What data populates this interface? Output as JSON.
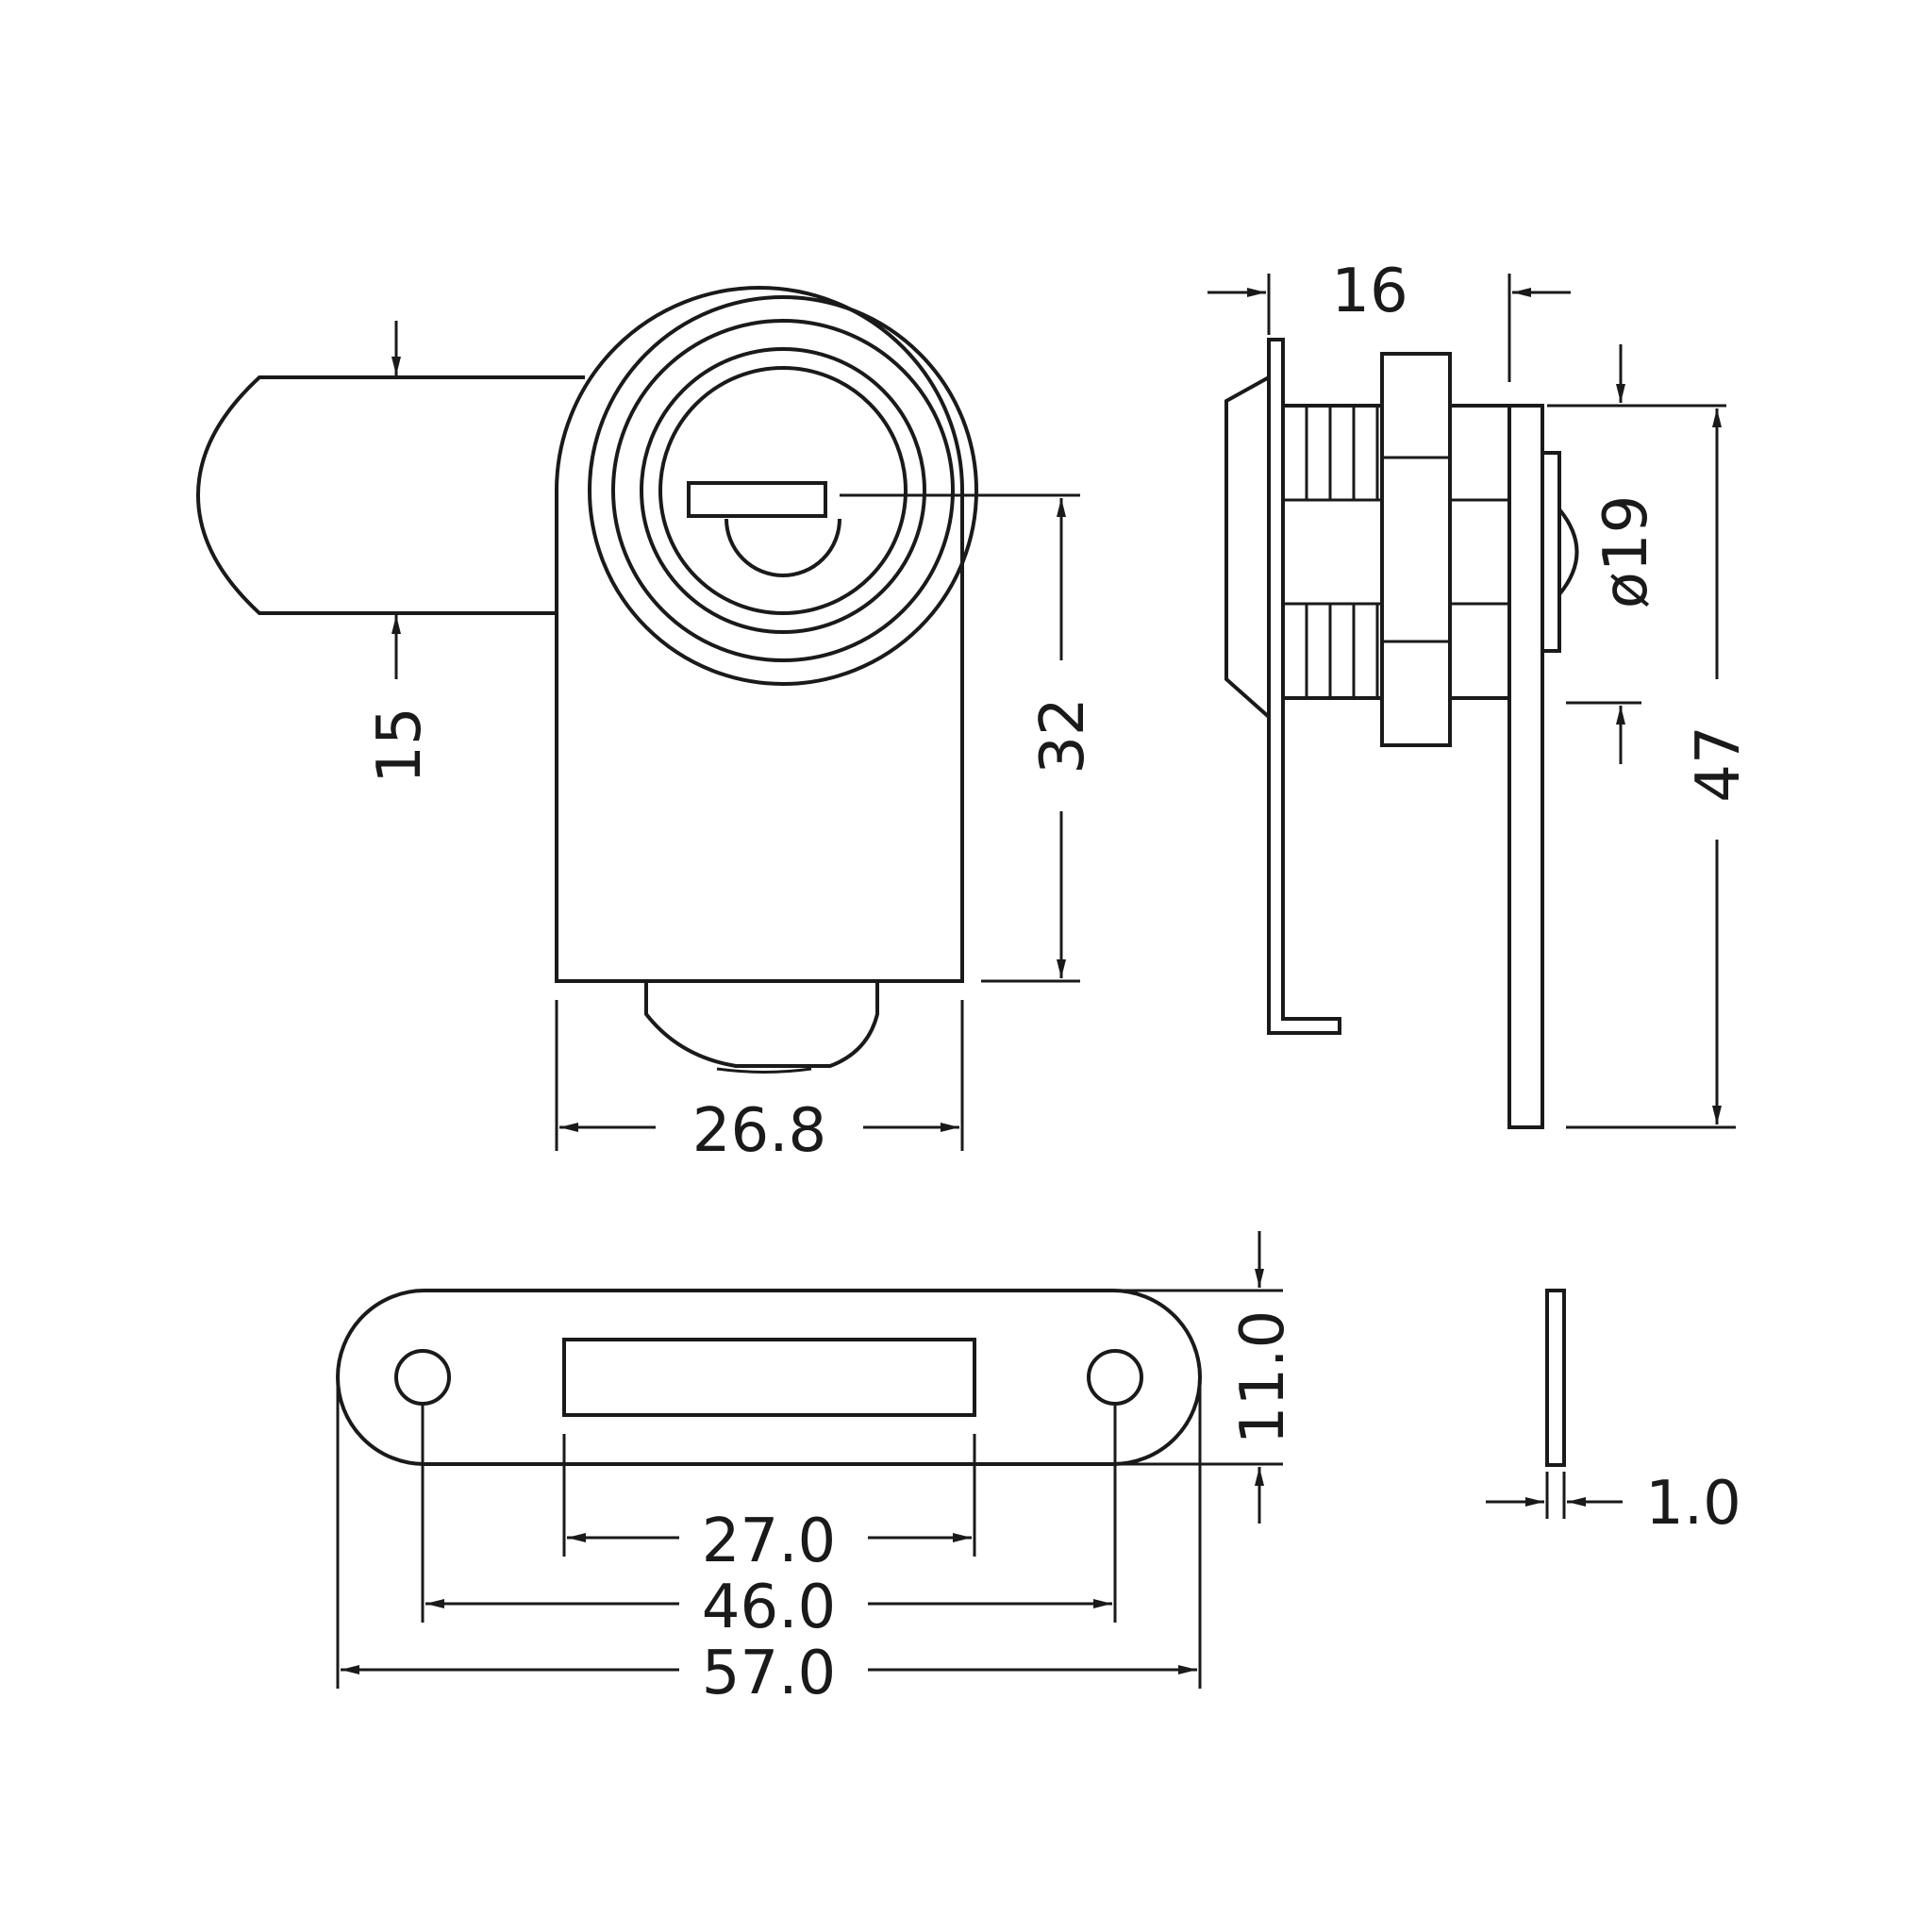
{
  "dimensions": {
    "body_width": "26.8",
    "cam_width": "15",
    "key_to_bottom": "32",
    "body_depth": "16",
    "diameter": "ø19",
    "total_height": "47",
    "plate_height": "11.0",
    "slot_length": "27.0",
    "hole_spacing": "46.0",
    "plate_length": "57.0",
    "plate_thickness": "1.0"
  },
  "colors": {
    "line": "#1a1a1a",
    "background": "#ffffff"
  }
}
